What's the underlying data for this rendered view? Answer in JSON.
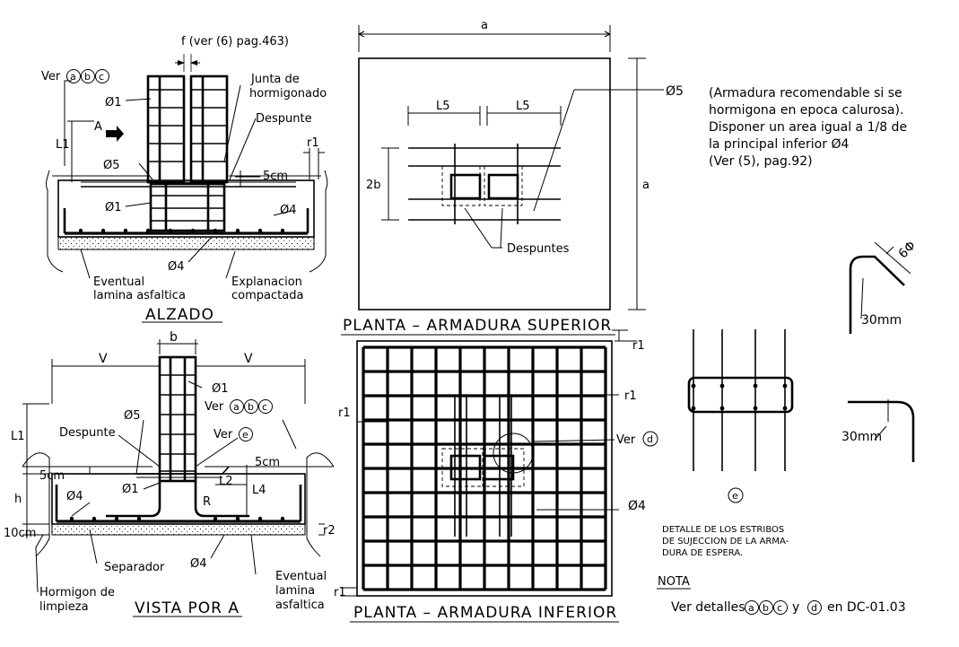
{
  "alzado": {
    "title": "ALZADO",
    "ver_f": "f (ver (6) pag.463)",
    "ver_abc": "Ver",
    "junta_1": "Junta de",
    "junta_2": "hormigonado",
    "despunte": "Despunte",
    "phi1_top": "Ø1",
    "phi1_mid": "Ø1",
    "phi5": "Ø5",
    "phi4_right": "Ø4",
    "phi4_bottom": "Ø4",
    "L1": "L1",
    "A": "A",
    "r1": "r1",
    "five_cm": "5cm",
    "lamina_1": "Eventual",
    "lamina_2": "lamina asfaltica",
    "explanacion_1": "Explanacion",
    "explanacion_2": "compactada"
  },
  "vista": {
    "title": "VISTA POR A",
    "b": "b",
    "V_left": "V",
    "V_right": "V",
    "phi1_top": "Ø1",
    "phi1_bottom": "Ø1",
    "phi5": "Ø5",
    "phi4_left": "Ø4",
    "phi4_bottom": "Ø4",
    "ver_abc": "Ver",
    "ver_e": "Ver",
    "despunte": "Despunte",
    "L1": "L1",
    "h": "h",
    "five_cm_left": "5cm",
    "five_cm_right": "5cm",
    "L2": "L2",
    "L4": "L4",
    "R": "R",
    "ten_cm": "10cm",
    "r2": "r2",
    "separador": "Separador",
    "hormigon_1": "Hormigon de",
    "hormigon_2": "limpieza",
    "lamina_1": "Eventual",
    "lamina_2": "lamina",
    "lamina_3": "asfaltica"
  },
  "planta_sup": {
    "title": "PLANTA – ARMADURA SUPERIOR",
    "a_top": "a",
    "a_right": "a",
    "L5_left": "L5",
    "L5_right": "L5",
    "two_b": "2b",
    "phi5": "Ø5",
    "despuntes": "Despuntes"
  },
  "planta_inf": {
    "title": "PLANTA – ARMADURA INFERIOR",
    "r1_top": "r1",
    "r1_right": "r1",
    "r1_left": "r1",
    "r1_bottom": "r1",
    "ver_d": "Ver",
    "phi4": "Ø4"
  },
  "note_block": {
    "line1": "(Armadura recomendable si se",
    "line2": "hormigona en epoca calurosa).",
    "line3": "Disponer un area igual a 1/8 de",
    "line4": "la principal inferior Ø4",
    "line5": "(Ver (5), pag.92)"
  },
  "estribos": {
    "six_phi": "6Φ",
    "mm30_top": "30mm",
    "mm30_bottom": "30mm",
    "e_label": "e",
    "detalle_1": "DETALLE DE LOS ESTRIBOS",
    "detalle_2": "DE SUJECCION DE LA ARMA-",
    "detalle_3": "DURA DE ESPERA."
  },
  "nota": {
    "title": "NOTA",
    "text_1": "Ver detalles",
    "text_2": "y",
    "text_3": "en DC-01.03"
  },
  "circles": {
    "a": "a",
    "b": "b",
    "c": "c",
    "d": "d",
    "e": "e"
  }
}
